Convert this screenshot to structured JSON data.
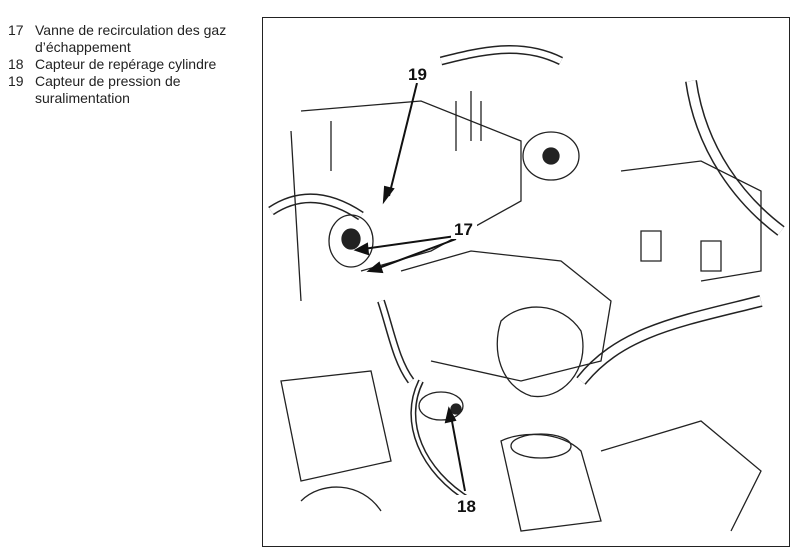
{
  "legend": [
    {
      "number": "17",
      "text": "Vanne de recirculation des gaz",
      "continuation": "d’échappement"
    },
    {
      "number": "18",
      "text": "Capteur de repérage cylindre"
    },
    {
      "number": "19",
      "text": "Capteur de pression de",
      "continuation": "suralimentation"
    }
  ],
  "figure": {
    "callouts": {
      "c17": "17",
      "c18": "18",
      "c19": "19"
    }
  }
}
